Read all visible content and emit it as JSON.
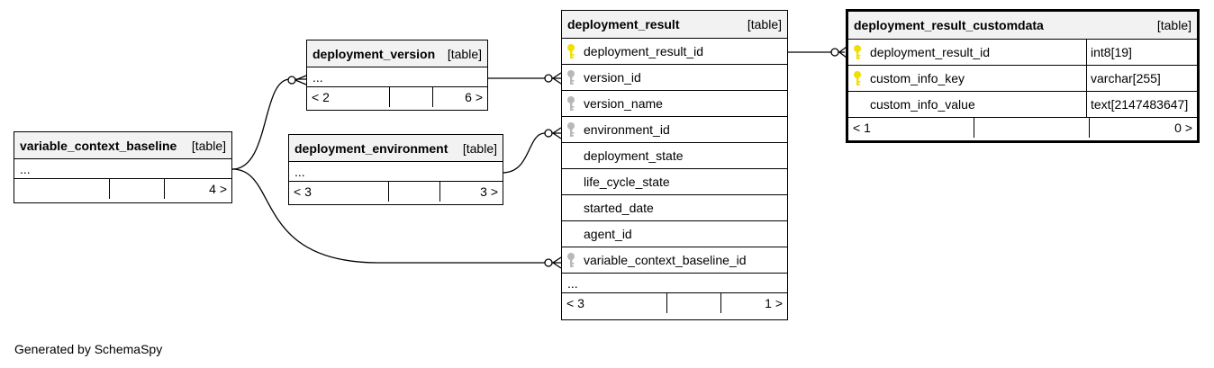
{
  "tables": {
    "deployment_result": {
      "name": "deployment_result",
      "kind": "[table]",
      "columns": [
        {
          "name": "deployment_result_id",
          "key": "primary"
        },
        {
          "name": "version_id",
          "key": "foreign"
        },
        {
          "name": "version_name",
          "key": "foreign"
        },
        {
          "name": "environment_id",
          "key": "foreign"
        },
        {
          "name": "deployment_state",
          "key": "none"
        },
        {
          "name": "life_cycle_state",
          "key": "none"
        },
        {
          "name": "started_date",
          "key": "none"
        },
        {
          "name": "agent_id",
          "key": "none"
        },
        {
          "name": "variable_context_baseline_id",
          "key": "foreign"
        }
      ],
      "more": "...",
      "parents": "< 3",
      "children": "1 >"
    },
    "deployment_result_customdata": {
      "name": "deployment_result_customdata",
      "kind": "[table]",
      "columns": [
        {
          "name": "deployment_result_id",
          "type": "int8[19]",
          "key": "primary"
        },
        {
          "name": "custom_info_key",
          "type": "varchar[255]",
          "key": "primary"
        },
        {
          "name": "custom_info_value",
          "type": "text[2147483647]",
          "key": "none"
        }
      ],
      "parents": "< 1",
      "children": "0 >"
    },
    "deployment_version": {
      "name": "deployment_version",
      "kind": "[table]",
      "more": "...",
      "parents": "< 2",
      "children": "6 >"
    },
    "deployment_environment": {
      "name": "deployment_environment",
      "kind": "[table]",
      "more": "...",
      "parents": "< 3",
      "children": "3 >"
    },
    "variable_context_baseline": {
      "name": "variable_context_baseline",
      "kind": "[table]",
      "more": "...",
      "parents": "",
      "children": "4 >"
    }
  },
  "caption": "Generated by SchemaSpy",
  "colors": {
    "primary_key": "#f0e000",
    "foreign_key": "#b8b8b8",
    "header_bg": "#f2f2f2",
    "line": "#000000"
  },
  "icons": {
    "primary": "key-icon",
    "foreign": "key-icon"
  }
}
